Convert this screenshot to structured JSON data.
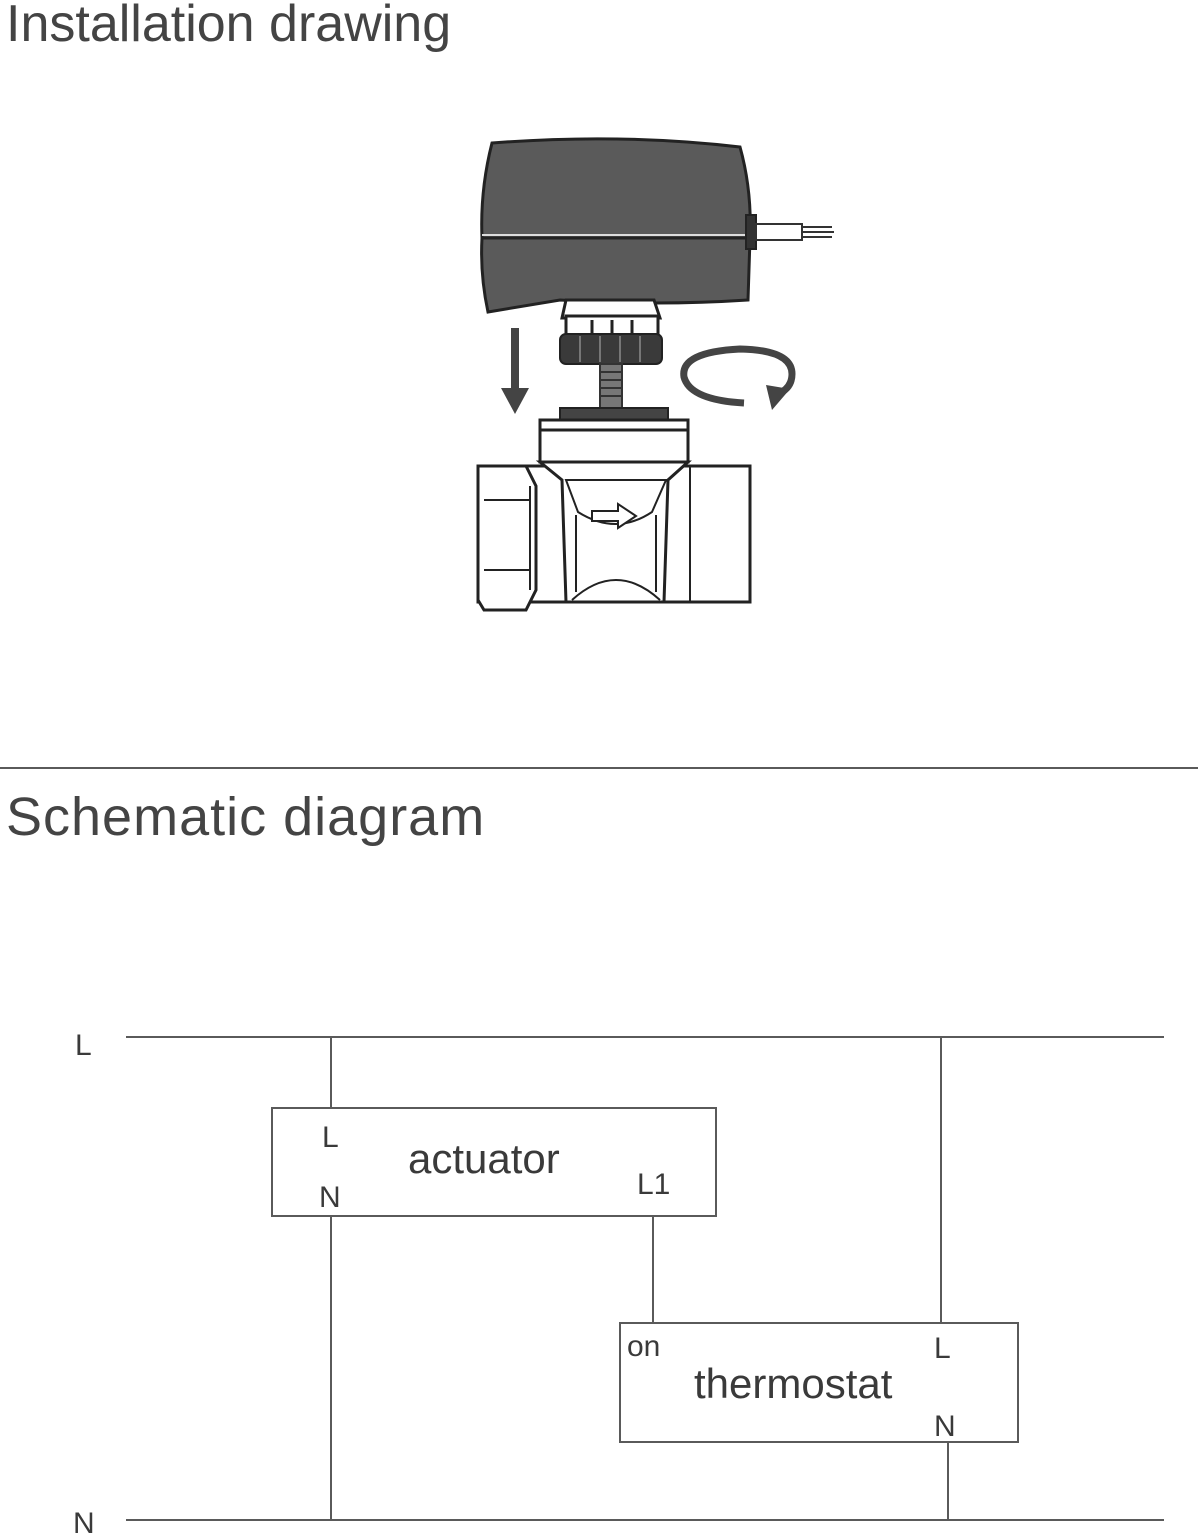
{
  "sections": {
    "installation_title": "Installation drawing",
    "schematic_title": "Schematic diagram"
  },
  "schematic": {
    "rails": {
      "line": "L",
      "neutral": "N"
    },
    "actuator": {
      "name": "actuator",
      "pin_l": "L",
      "pin_n": "N",
      "pin_l1": "L1"
    },
    "thermostat": {
      "name": "thermostat",
      "pin_on": "on",
      "pin_l": "L",
      "pin_n": "N"
    }
  },
  "colors": {
    "line": "#5a5a5a",
    "body": "#595959",
    "dark": "#333333"
  }
}
